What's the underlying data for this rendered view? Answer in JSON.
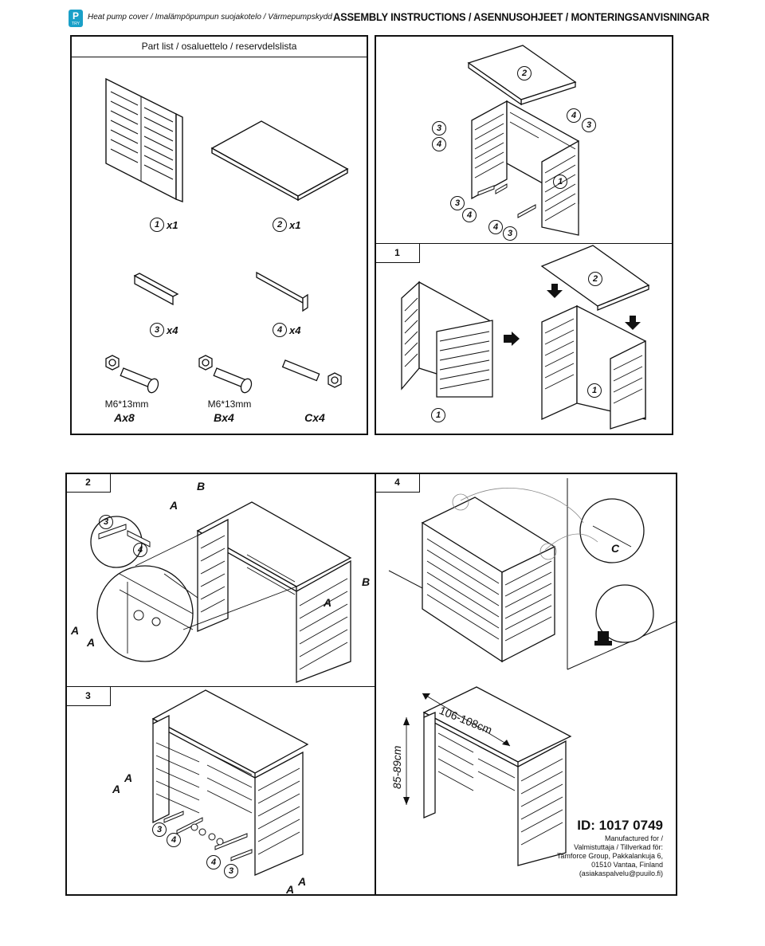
{
  "header": {
    "logo_text": "P",
    "logo_sub": "TRY",
    "subtitle": "Heat pump cover / Imalämpöpumpun suojakotelo / Värmepumpskydd",
    "title": "ASSEMBLY INSTRUCTIONS / ASENNUSOHJEET / MONTERINGSANVISNINGAR"
  },
  "part_list": {
    "title": "Part list / osaluettelo / reservdelslista",
    "parts": [
      {
        "num": "1",
        "qty": "x1"
      },
      {
        "num": "2",
        "qty": "x1"
      },
      {
        "num": "3",
        "qty": "x4"
      },
      {
        "num": "4",
        "qty": "x4"
      }
    ],
    "hardware": [
      {
        "size": "M6*13mm",
        "code": "Ax8"
      },
      {
        "size": "M6*13mm",
        "code": "Bx4"
      },
      {
        "size": "",
        "code": "Cx4"
      }
    ]
  },
  "steps": {
    "step1": "1",
    "step2": "2",
    "step3": "3",
    "step4": "4"
  },
  "callouts": {
    "n1": "1",
    "n2": "2",
    "n3": "3",
    "n4": "4",
    "A": "A",
    "B": "B",
    "C": "C"
  },
  "dimensions": {
    "width": "106-108cm",
    "height": "85-89cm"
  },
  "footer": {
    "id": "ID: 1017 0749",
    "mfr_lines": [
      "Manufactured for /",
      "Valmistuttaja / Tillverkad för:",
      "Tamforce Group, Pakkalankuja 6,",
      "01510 Vantaa, Finland",
      "(asiakaspalvelu@puuilo.fi)"
    ]
  }
}
